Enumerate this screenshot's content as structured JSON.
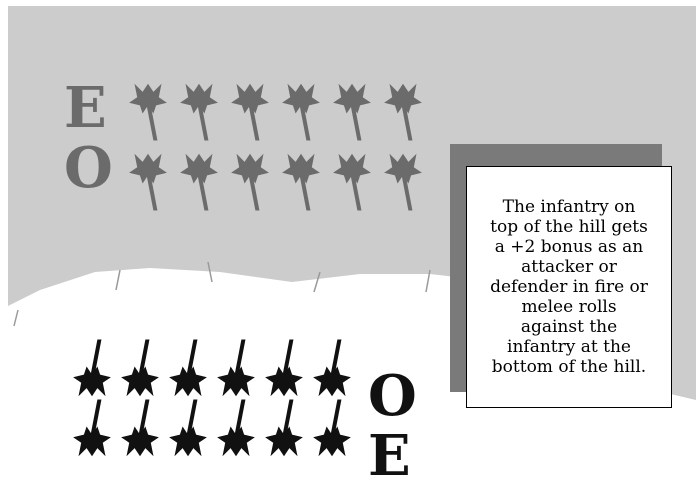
{
  "colors": {
    "hill": "#cccccc",
    "background": "#ffffff",
    "enemy": "#6b6b6b",
    "friendly": "#111111",
    "shadow": "#7a7a7a"
  },
  "hill_top": {
    "rows": [
      {
        "letter": "E",
        "units": 6
      },
      {
        "letter": "O",
        "units": 6
      }
    ],
    "unit_icon": "infantry-soldier-icon"
  },
  "hill_bottom": {
    "rows": [
      {
        "letter": "O",
        "units": 6
      },
      {
        "letter": "E",
        "units": 6
      }
    ],
    "unit_icon": "infantry-soldier-icon"
  },
  "note": {
    "lines": [
      "The infantry on",
      "top of the hill gets",
      "a +2 bonus as an",
      "attacker or",
      "defender in fire or",
      "melee rolls",
      "against the",
      "infantry at the",
      "bottom of the hill."
    ]
  }
}
